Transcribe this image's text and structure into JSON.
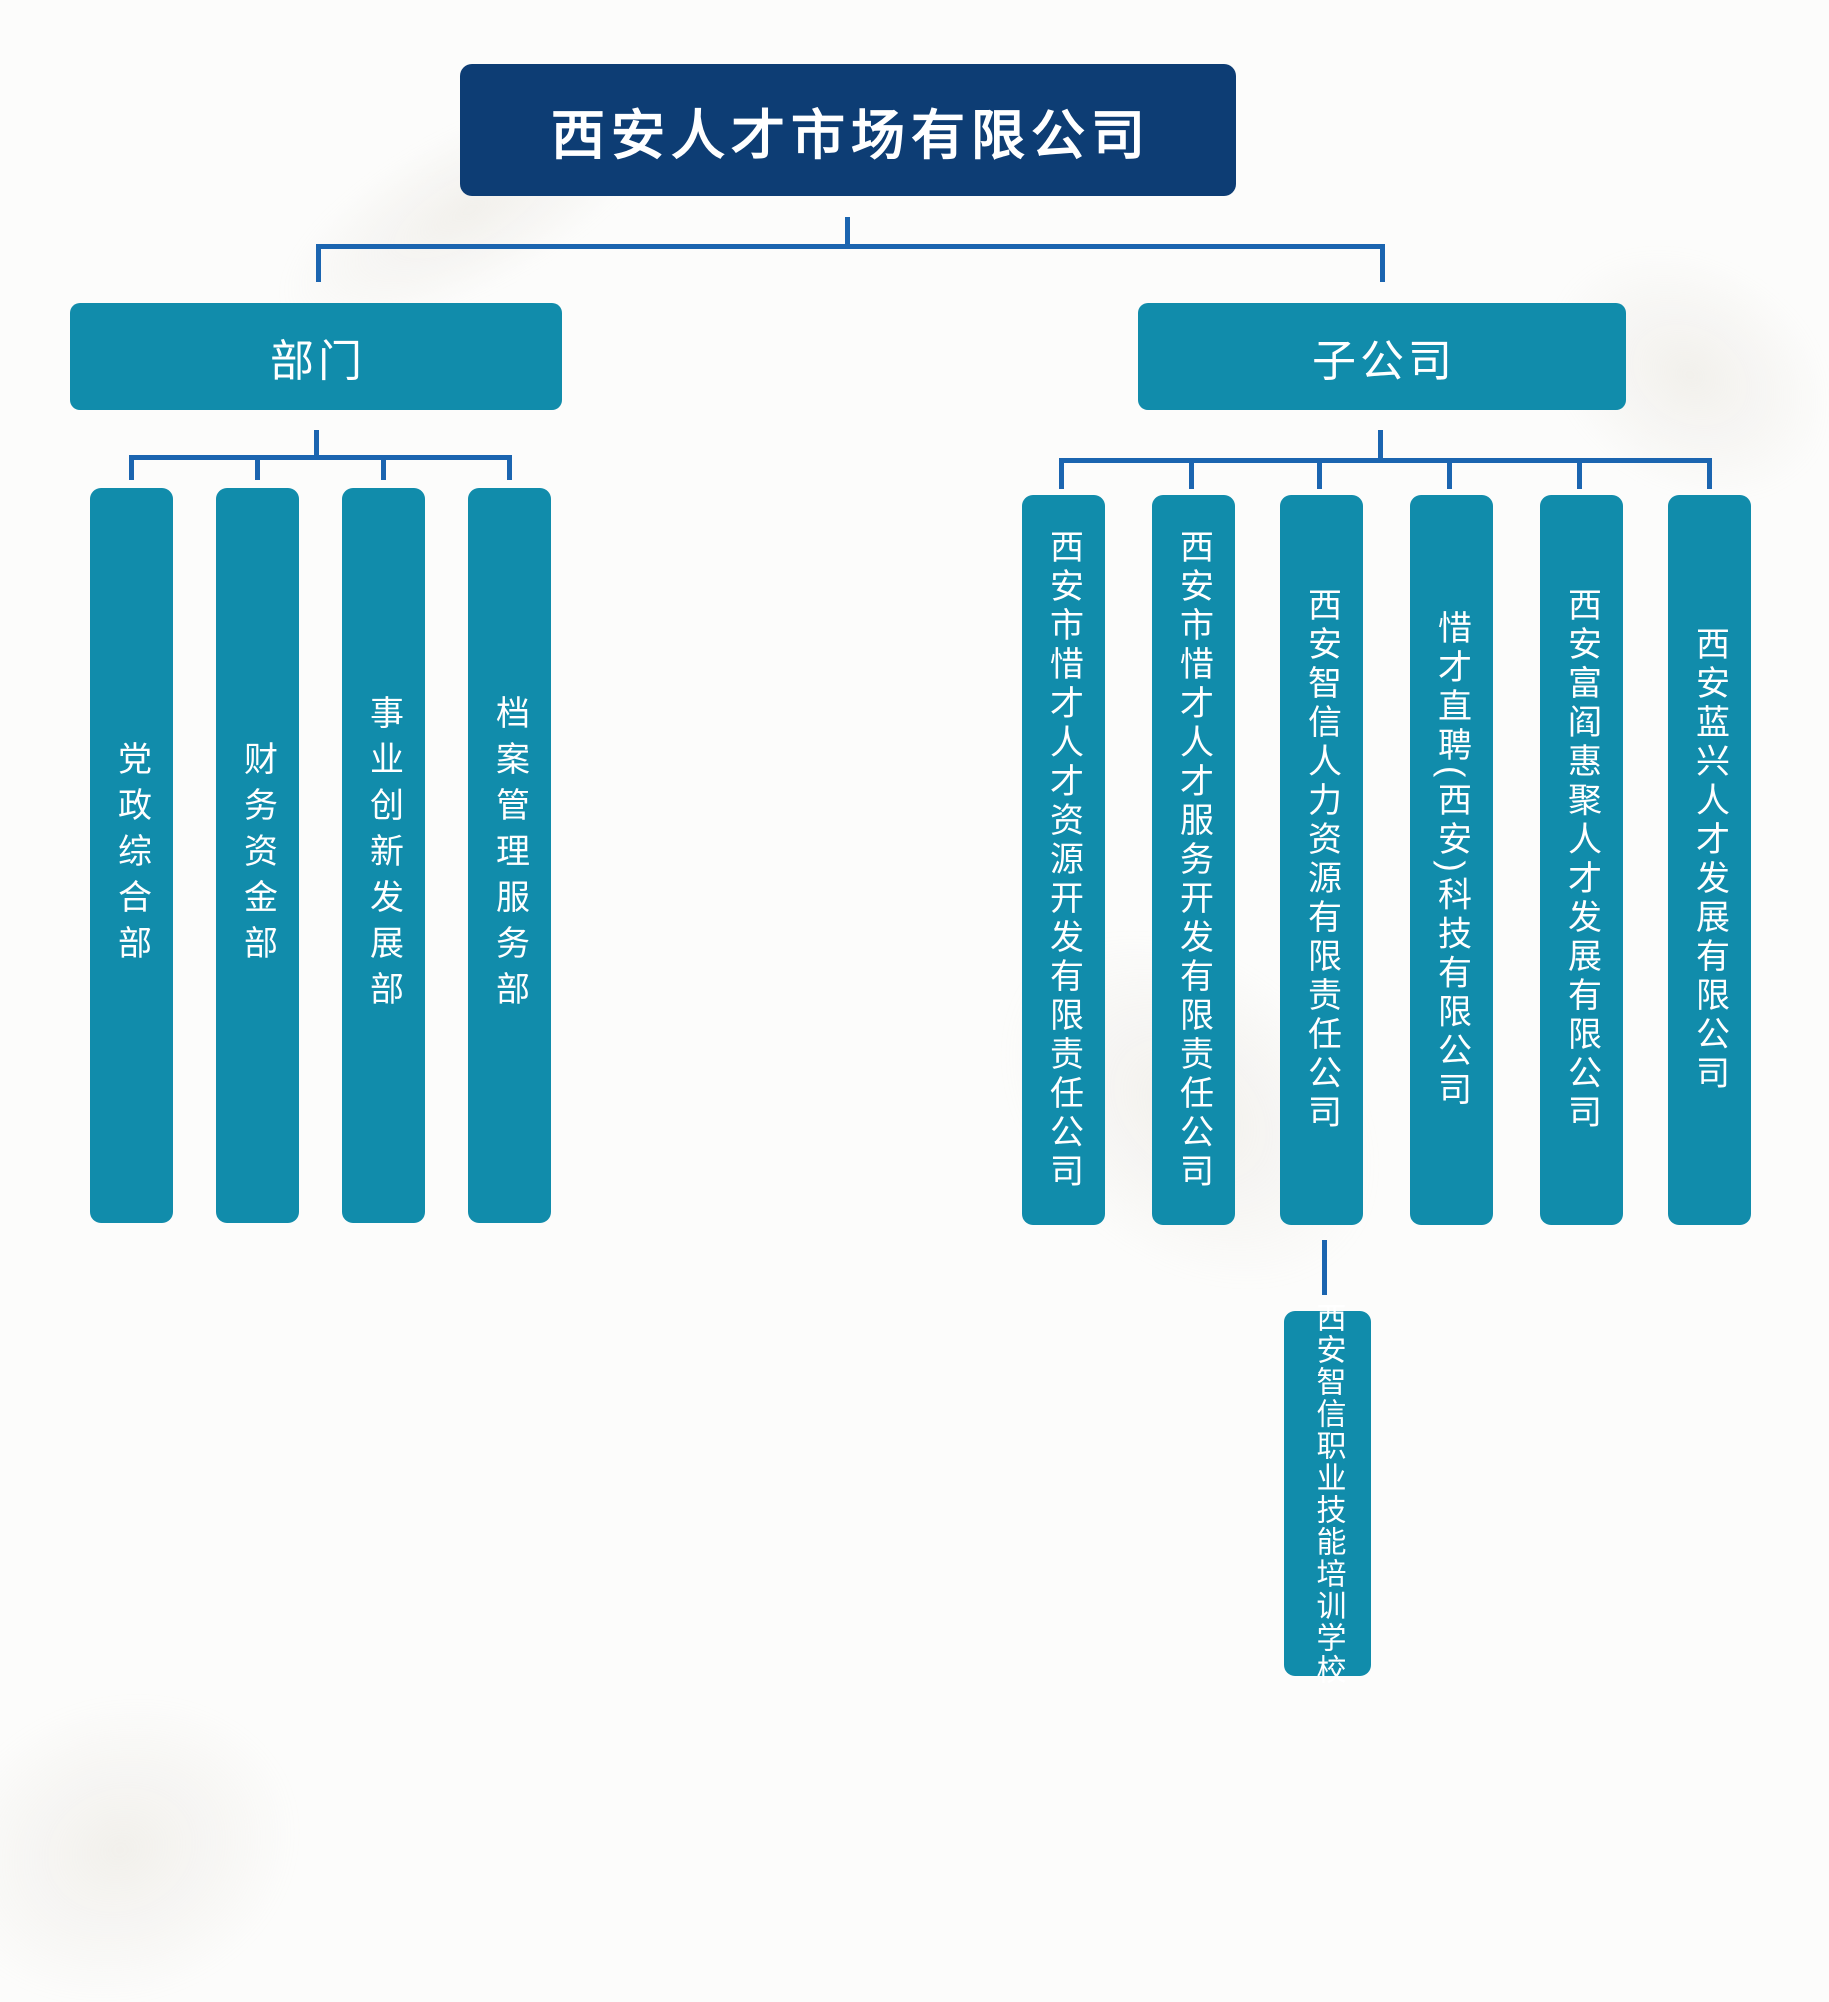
{
  "org_chart": {
    "colors": {
      "root_bg": "#0d3d74",
      "node_bg": "#118cab",
      "line": "#1b65b0",
      "text": "#ffffff",
      "background": "#fcfcfb"
    },
    "root": {
      "label": "西安人才市场有限公司"
    },
    "groups": [
      {
        "label": "部门",
        "children": [
          "党政综合部",
          "财务资金部",
          "事业创新发展部",
          "档案管理服务部"
        ]
      },
      {
        "label": "子公司",
        "children": [
          "西安市惜才人才资源开发有限责任公司",
          "西安市惜才人才服务开发有限责任公司",
          "西安智信人力资源有限责任公司",
          "惜才直聘(西安)科技有限公司",
          "西安富阎惠聚人才发展有限公司",
          "西安蓝兴人才发展有限公司"
        ],
        "grandchild": {
          "parent_index": 2,
          "label": "西安智信职业技能培训学校"
        }
      }
    ]
  }
}
